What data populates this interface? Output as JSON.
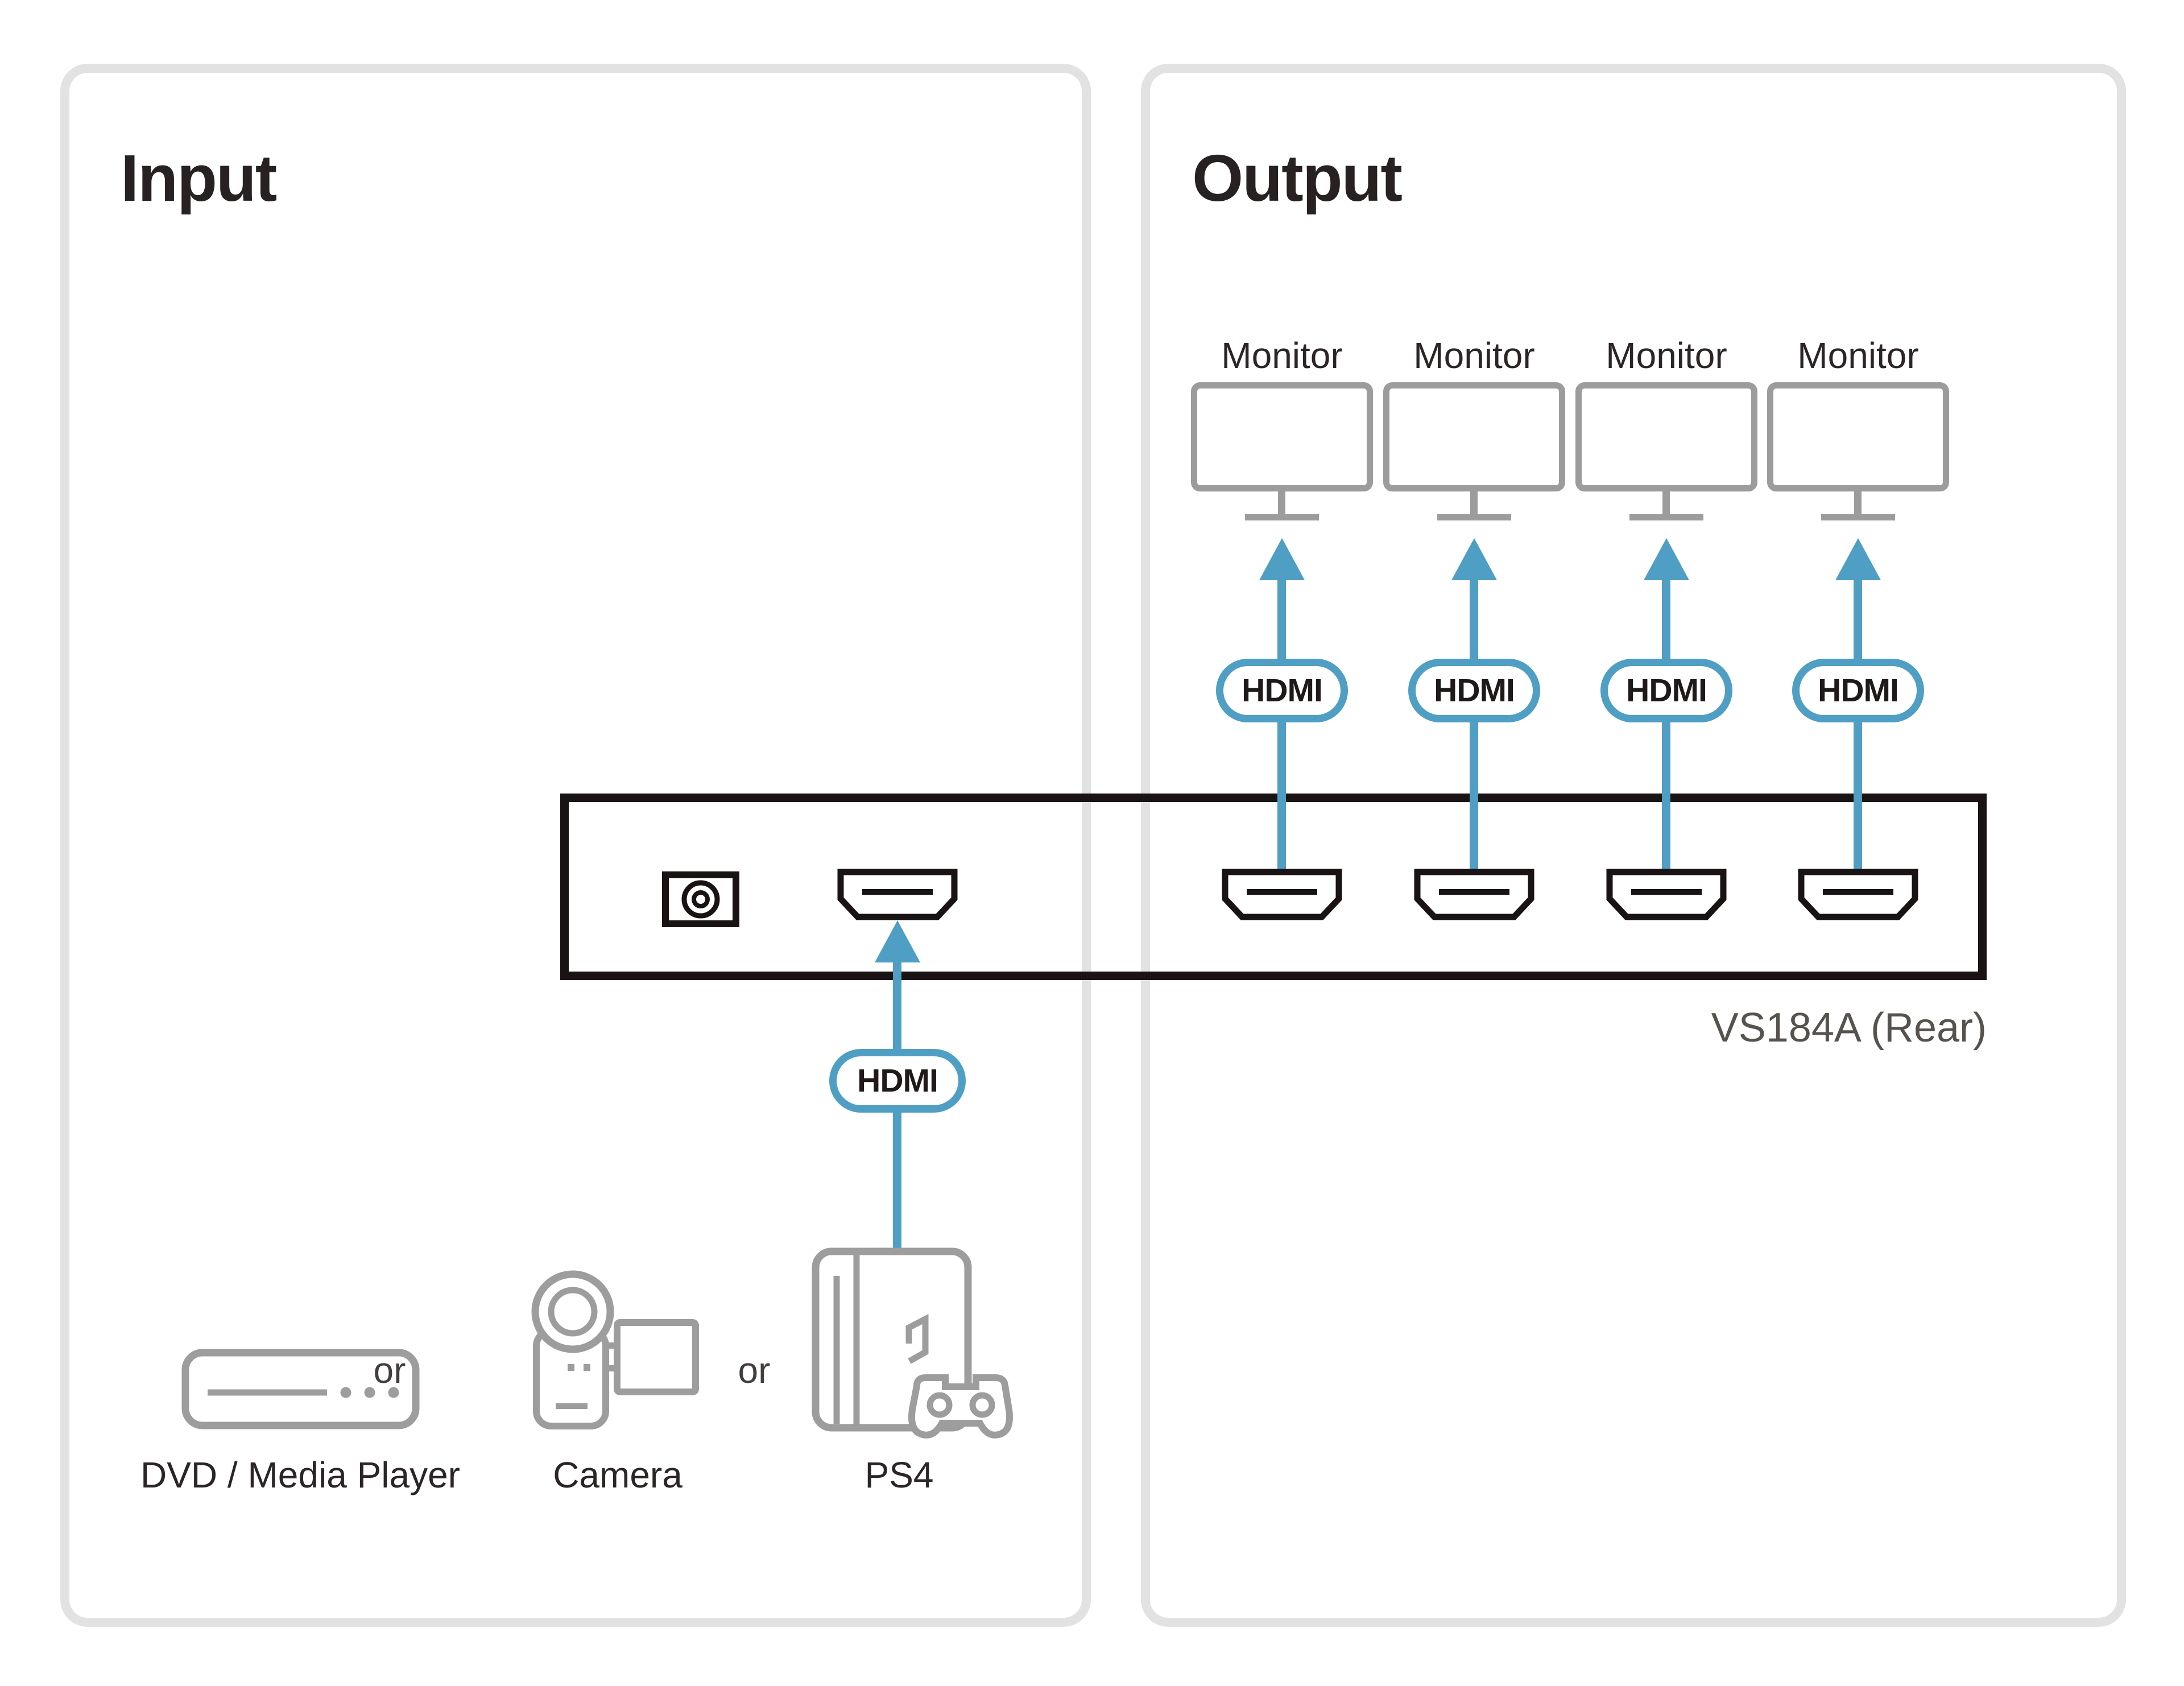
{
  "panels": {
    "input": {
      "title": "Input"
    },
    "output": {
      "title": "Output"
    }
  },
  "output_section": {
    "monitors": [
      {
        "label": "Monitor"
      },
      {
        "label": "Monitor"
      },
      {
        "label": "Monitor"
      },
      {
        "label": "Monitor"
      }
    ],
    "hdmi_badges": [
      "HDMI",
      "HDMI",
      "HDMI",
      "HDMI"
    ]
  },
  "device": {
    "label": "VS184A (Rear)"
  },
  "input_section": {
    "hdmi_badge": "HDMI",
    "or_separators": [
      "or",
      "or"
    ],
    "sources": [
      {
        "label": "DVD / Media Player"
      },
      {
        "label": "Camera"
      },
      {
        "label": "PS4"
      }
    ]
  },
  "colors": {
    "accent_blue": "#4F9EC4",
    "icon_gray": "#9D9D9D",
    "panel_border": "#E2E2E2",
    "box_black": "#1A1314"
  }
}
